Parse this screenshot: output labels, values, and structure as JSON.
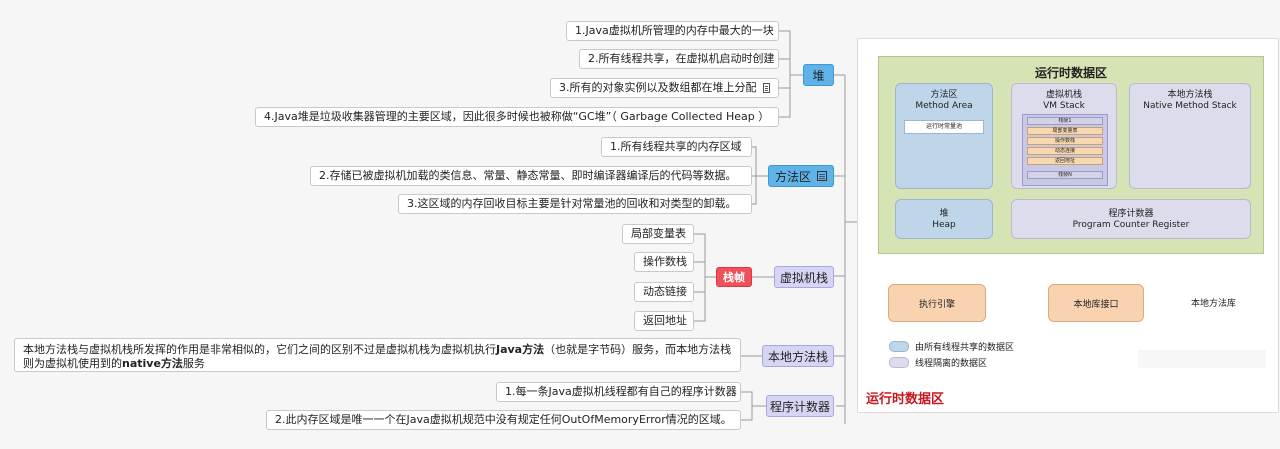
{
  "heap": {
    "label": "堆",
    "items": [
      "1.Java虚拟机所管理的内存中最大的一块",
      "2.所有线程共享，在虚拟机启动时创建",
      "3.所有的对象实例以及数组都在堆上分配",
      "4.Java堆是垃圾收集器管理的主要区域，因此很多时候也被称做“GC堆”（ Garbage Collected Heap ）"
    ]
  },
  "method_area": {
    "label": "方法区",
    "items": [
      "1.所有线程共享的内存区域",
      "2.存储已被虚拟机加载的类信息、常量、静态常量、即时编译器编译后的代码等数据。",
      "3.这区域的内存回收目标主要是针对常量池的回收和对类型的卸载。"
    ]
  },
  "vm_stack": {
    "label": "虚拟机栈",
    "frame_label": "栈帧",
    "items": [
      "局部变量表",
      "操作数栈",
      "动态链接",
      "返回地址"
    ]
  },
  "native_stack": {
    "label": "本地方法栈",
    "text_before": "本地方法栈与虚拟机栈所发挥的作用是非常相似的，它们之间的区别不过是虚拟机栈为虚拟机执行",
    "bold1": "Java方法",
    "text_mid": "（也就是字节码）服务，而本地方法栈则为虚拟机使用到的",
    "bold2": "native方法",
    "text_after": "服务"
  },
  "pc": {
    "label": "程序计数器",
    "items": [
      "1.每一条Java虚拟机线程都有自己的程序计数器",
      "2.此内存区域是唯一一个在Java虚拟机规范中没有规定任何OutOfMemoryError情况的区域。"
    ]
  },
  "diagram": {
    "title": "运行时数据区",
    "method_area": [
      "方法区",
      "Method Area"
    ],
    "constant_pool": "运行时常量池",
    "vm_stack": [
      "虚拟机栈",
      "VM Stack"
    ],
    "frames": [
      "栈帧1",
      "局部变量表",
      "操作数栈",
      "动态连接",
      "返回地址"
    ],
    "frame_n": "栈帧N",
    "native_stack": [
      "本地方法栈",
      "Native Method Stack"
    ],
    "heap": [
      "堆",
      "Heap"
    ],
    "pc": [
      "程序计数器",
      "Program Counter Register"
    ],
    "engine": "执行引擎",
    "native_interface": "本地库接口",
    "native_lib": "本地方法库",
    "legend_shared": "由所有线程共享的数据区",
    "legend_isolated": "线程隔离的数据区",
    "caption": "运行时数据区",
    "color_shared": "#bfd6ea",
    "color_isolated": "#dcdcec"
  }
}
